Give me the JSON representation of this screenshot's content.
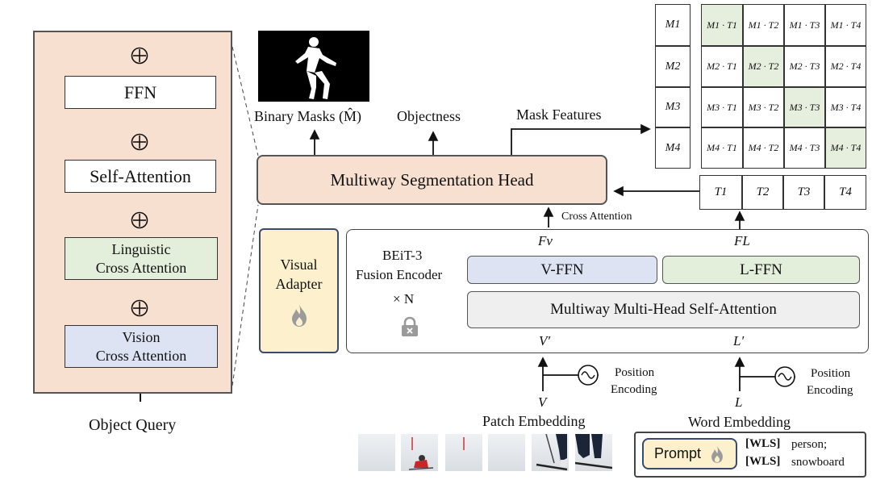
{
  "object_query_stack": {
    "ffn": "FFN",
    "self_attention": "Self-Attention",
    "linguistic_cross_attention": [
      "Linguistic",
      "Cross Attention"
    ],
    "vision_cross_attention": [
      "Vision",
      "Cross Attention"
    ],
    "input_label": "Object Query"
  },
  "head": {
    "title": "Multiway Segmentation Head",
    "out_binary_masks": "Binary Masks (M̂)",
    "out_objectness": "Objectness",
    "out_mask_features": "Mask Features",
    "cross_attention": "Cross Attention"
  },
  "similarity": {
    "rows": [
      "M1",
      "M2",
      "M3",
      "M4"
    ],
    "cells": [
      [
        "M1 · T1",
        "M1 · T2",
        "M1 · T3",
        "M1 · T4"
      ],
      [
        "M2 · T1",
        "M2 · T2",
        "M2 · T3",
        "M2 · T4"
      ],
      [
        "M3 · T1",
        "M3 · T2",
        "M3 · T3",
        "M3 · T4"
      ],
      [
        "M4 · T1",
        "M4 · T2",
        "M4 · T3",
        "M4 · T4"
      ]
    ],
    "tokens": [
      "T1",
      "T2",
      "T3",
      "T4"
    ]
  },
  "encoder": {
    "visual_adapter": [
      "Visual",
      "Adapter"
    ],
    "name_line1": "BEiT-3",
    "name_line2": "Fusion Encoder",
    "times_n": "× N",
    "fv": "Fv",
    "fl": "FL",
    "v_ffn": "V-FFN",
    "l_ffn": "L-FFN",
    "mhsa": "Multiway Multi-Head Self-Attention",
    "v_prime": "V′",
    "l_prime": "L′"
  },
  "inputs": {
    "v": "V",
    "l": "L",
    "pos_enc_line1": "Position",
    "pos_enc_line2": "Encoding",
    "patch_embedding": "Patch Embedding",
    "word_embedding": "Word Embedding",
    "prompt": "Prompt",
    "wls_tag": "[WLS]",
    "wls_1": "person;",
    "wls_2": "snowboard"
  },
  "colors": {
    "peach": "#f7e0d0",
    "green": "#e3eedb",
    "blue": "#dde3f2",
    "yellow": "#fdf1cd",
    "gray": "#efefef",
    "highlight": "#e6efdd"
  },
  "icons": [
    "flame-icon",
    "lock-icon",
    "plus-circle-icon"
  ]
}
